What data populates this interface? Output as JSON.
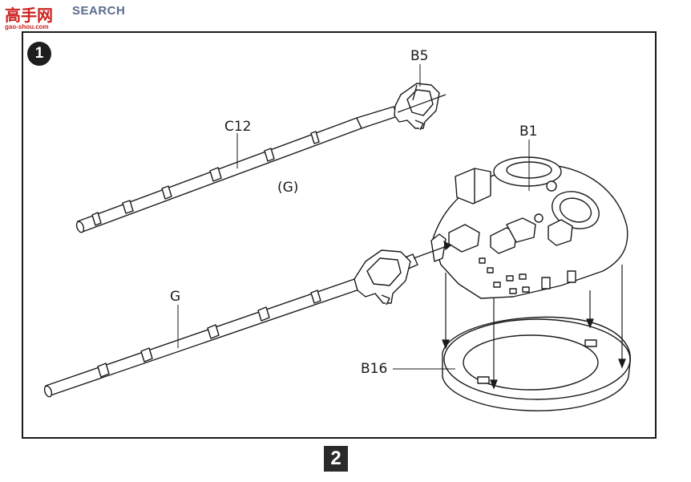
{
  "watermark": {
    "logo": "高手网",
    "text": "SEARCH",
    "url": "gao-shou.com"
  },
  "step": {
    "number": "1",
    "next_number": "2"
  },
  "labels": {
    "b5": "B5",
    "c12": "C12",
    "g_paren": "(G)",
    "b1": "B1",
    "g": "G",
    "b16": "B16"
  },
  "colors": {
    "line": "#1a1a1a",
    "badge": "#1e1e1e",
    "watermark_red": "#cc2222",
    "watermark_blue": "#5a6c8c"
  }
}
